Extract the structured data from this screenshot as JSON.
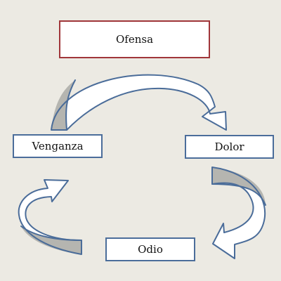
{
  "diagram": {
    "title_box": {
      "label": "Ofensa"
    },
    "cycle": [
      {
        "id": "dolor",
        "label": "Dolor"
      },
      {
        "id": "odio",
        "label": "Odio"
      },
      {
        "id": "venganza",
        "label": "Venganza"
      }
    ],
    "colors": {
      "background": "#eceae3",
      "title_border": "#a0363a",
      "node_border": "#4b6d9a",
      "arrow_outline": "#4a6c99",
      "arrow_shade": "#b5b5b0"
    },
    "arrows": [
      {
        "from": "venganza",
        "to": "dolor",
        "icon": "curved-arrow-icon"
      },
      {
        "from": "dolor",
        "to": "odio",
        "icon": "curved-arrow-icon"
      },
      {
        "from": "odio",
        "to": "venganza",
        "icon": "curved-arrow-icon"
      }
    ]
  }
}
